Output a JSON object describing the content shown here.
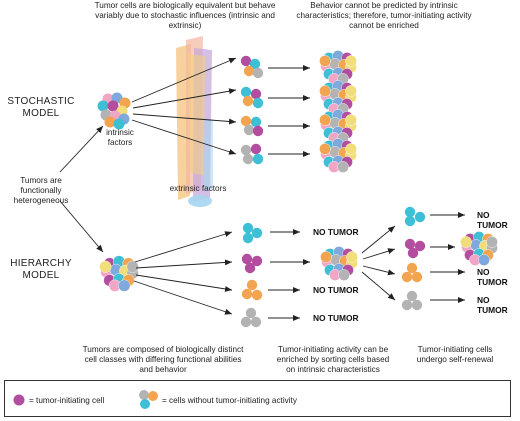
{
  "headers": {
    "stochastic_cells": "Tumor cells are biologically equivalent but behave variably due to stochastic influences (intrinsic and extrinsic)",
    "stochastic_behavior": "Behavior cannot be predicted by intrinsic characteristics; therefore, tumor-initiating activity cannot be enriched"
  },
  "models": {
    "stochastic": "STOCHASTIC MODEL",
    "hierarchy": "HIERARCHY MODEL"
  },
  "labels": {
    "intrinsic": "intrinsic factors",
    "extrinsic": "extrinsic factors",
    "tumors_functional": "Tumors are functionally heterogeneous",
    "no_tumor": "NO TUMOR"
  },
  "captions": {
    "hierarchy_classes": "Tumors are composed of biologically distinct cell classes with differing functional abilities and behavior",
    "enrich": "Tumor-initiating activity can be enriched by sorting cells based on intrinsic characteristics",
    "self_renewal": "Tumor-initiating cells undergo self-renewal"
  },
  "legend": {
    "initiating": "= tumor-initiating cell",
    "non_initiating": "= cells without tumor-initiating activity"
  },
  "colors": {
    "magenta": "#b24d9f",
    "cyan": "#3dbfd6",
    "orange": "#f2a450",
    "gray": "#b3b3b3",
    "pink": "#f1a6c6",
    "blue": "#7fa8dc",
    "yellow": "#f1dd7a",
    "bar_orange": "#f6c98d",
    "bar_purple": "#c8a9dc",
    "bar_blue": "#a6d5ee"
  }
}
